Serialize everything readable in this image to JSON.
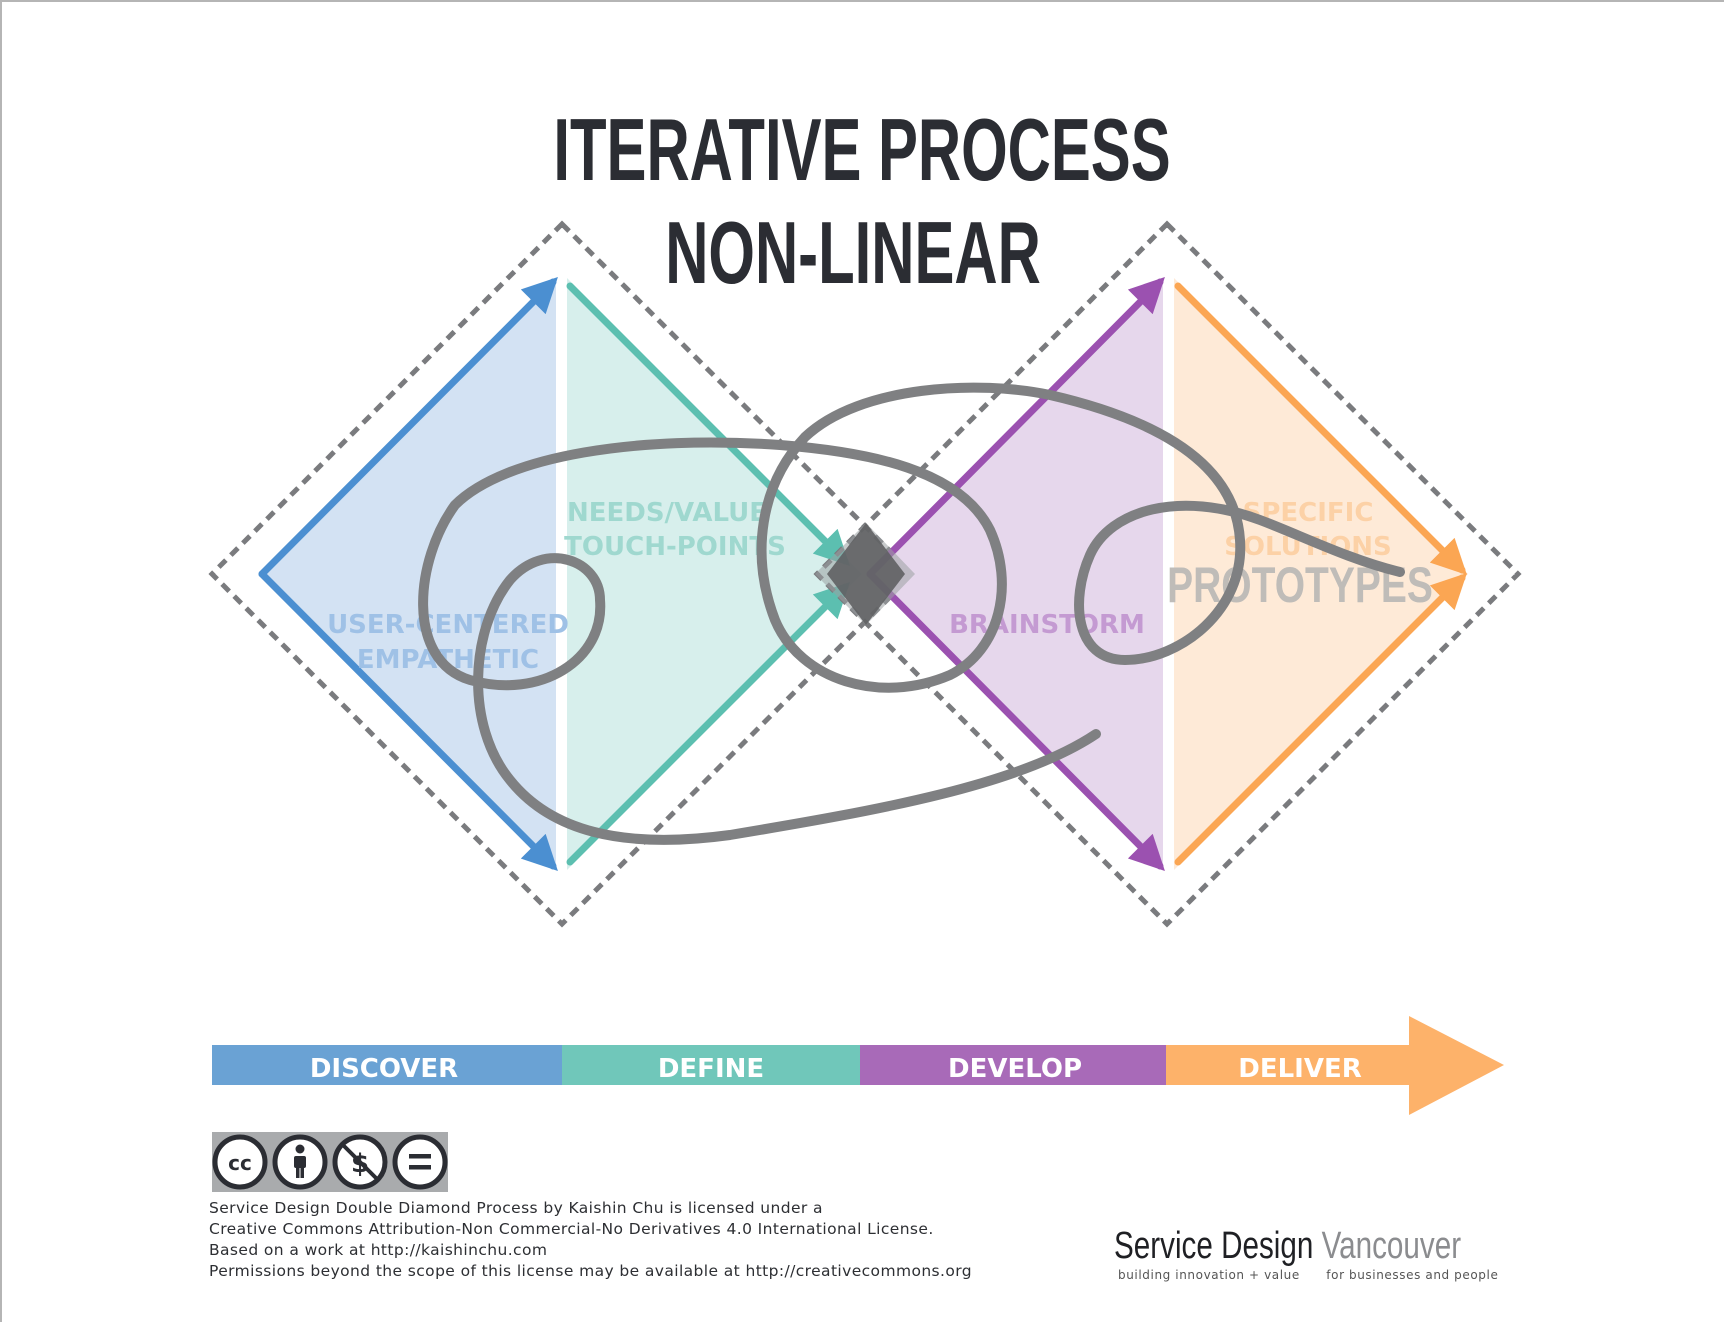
{
  "title": {
    "line1": "ITERATIVE PROCESS",
    "line2": "NON-LINEAR"
  },
  "diamond1": {
    "left_labels": [
      "USER-CENTERED",
      "EMPATHETIC"
    ],
    "right_labels": [
      "NEEDS/VALUE",
      "TOUCH-POINTS"
    ]
  },
  "diamond2": {
    "left_labels": [
      "BRAINSTORM"
    ],
    "right_labels": [
      "SPECIFIC",
      "SOLUTIONS",
      "PROTOTYPES"
    ]
  },
  "phases": [
    {
      "label": "DISCOVER",
      "color": "#6aa2d4"
    },
    {
      "label": "DEFINE",
      "color": "#70c7ba"
    },
    {
      "label": "DEVELOP",
      "color": "#a86ab8"
    },
    {
      "label": "DELIVER",
      "color": "#fdb26a"
    }
  ],
  "colors": {
    "discover_line": "#4b8fd1",
    "discover_fill": "#d3e2f3",
    "define_line": "#5cbfb0",
    "define_fill": "#d7efec",
    "develop_line": "#9b51b0",
    "develop_fill": "#e6d7ec",
    "deliver_line": "#fba653",
    "deliver_fill": "#feead7",
    "spiral": "#7f8082",
    "outline": "#7a7b7e"
  },
  "license": {
    "icons": [
      "cc-icon",
      "attribution-icon",
      "noncommercial-icon",
      "noderivatives-icon"
    ],
    "lines": [
      "Service Design Double Diamond Process by Kaishin Chu is licensed under a",
      "Creative Commons Attribution-Non Commercial-No Derivatives 4.0 International License.",
      "Based on a work at http://kaishinchu.com",
      "Permissions beyond the scope of this license may be available at http://creativecommons.org"
    ]
  },
  "brand": {
    "name_a": "Service Design",
    "name_b": "Vancouver",
    "tag_a": "building innovation + value",
    "tag_b": "for businesses and people"
  }
}
